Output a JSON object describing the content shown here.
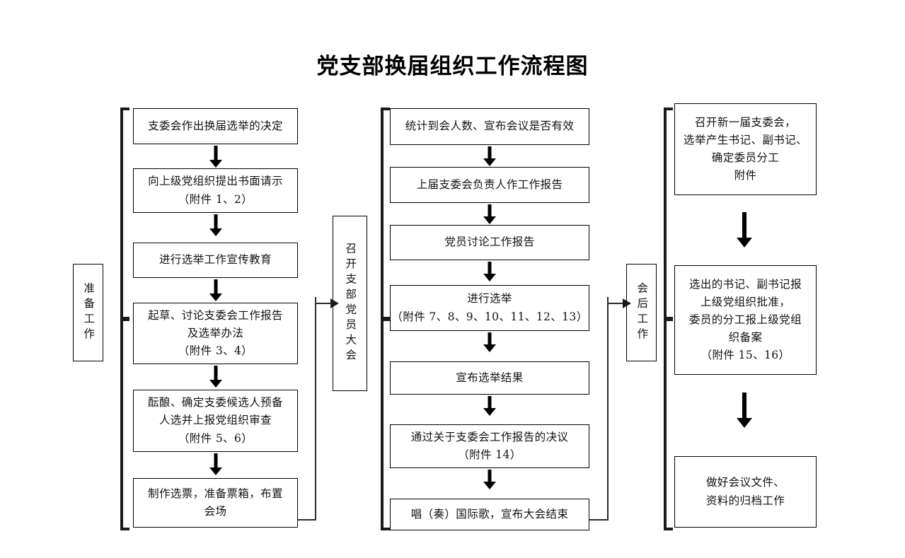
{
  "title": "党支部换届组织工作流程图",
  "stages": {
    "prep": "准备工作",
    "meeting": "召开支部党员大会",
    "post": "会后工作"
  },
  "columns": [
    {
      "id": "preparation",
      "stage_label": "准备工作",
      "steps": [
        {
          "lines": [
            "支委会作出换届选举的决定"
          ]
        },
        {
          "lines": [
            "向上级党组织提出书面请示",
            "（附件 1、2）"
          ]
        },
        {
          "lines": [
            "进行选举工作宣传教育"
          ]
        },
        {
          "lines": [
            "起草、讨论支委会工作报告",
            "及选举办法",
            "（附件 3、4）"
          ]
        },
        {
          "lines": [
            "酝酿、确定支委候选人预备",
            "人选并上报党组织审查",
            "（附件 5、6）"
          ]
        },
        {
          "lines": [
            "制作选票，准备票箱，布置",
            "会场"
          ]
        }
      ]
    },
    {
      "id": "branch-member-congress",
      "stage_label": "召开支部党员大会",
      "steps": [
        {
          "lines": [
            "统计到会人数、宣布会议是否有效"
          ]
        },
        {
          "lines": [
            "上届支委会负责人作工作报告"
          ]
        },
        {
          "lines": [
            "党员讨论工作报告"
          ]
        },
        {
          "lines": [
            "进行选举",
            "（附件 7、8、9、10、11、12、13）"
          ]
        },
        {
          "lines": [
            "宣布选举结果"
          ]
        },
        {
          "lines": [
            "通过关于支委会工作报告的决议",
            "（附件 14）"
          ]
        },
        {
          "lines": [
            "唱（奏）国际歌，宣布大会结束"
          ]
        }
      ]
    },
    {
      "id": "post-meeting",
      "stage_label": "会后工作",
      "steps": [
        {
          "lines": [
            "召开新一届支委会，",
            "选举产生书记、副书记、",
            "确定委员分工",
            "附件"
          ]
        },
        {
          "lines": [
            "选出的书记、副书记报",
            "上级党组织批准，",
            "委员的分工报上级党组",
            "织备案",
            "（附件 15、16）"
          ]
        },
        {
          "lines": [
            "做好会议文件、",
            "资料的归档工作"
          ]
        }
      ]
    }
  ],
  "colors": {
    "line": "#000000",
    "text": "#111111",
    "bracket": "#1a1a1a",
    "connector": "#2b2b2b",
    "background": "#ffffff"
  }
}
